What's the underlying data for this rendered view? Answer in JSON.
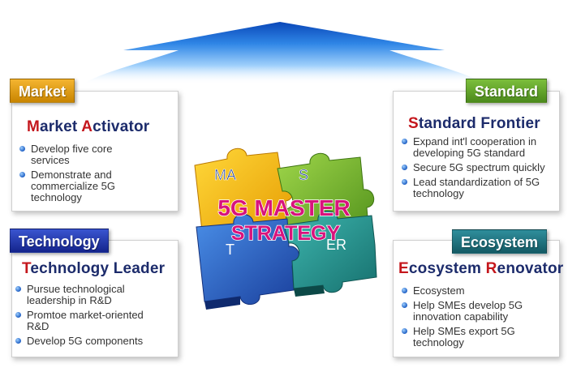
{
  "colors": {
    "market": "#d99a06",
    "standard": "#5f9e2c",
    "technology": "#2237a8",
    "ecosystem": "#1f6e7a",
    "title_text": "#1c2b6b",
    "title_capital": "#c4161c"
  },
  "center": {
    "line1": "5G MASTER",
    "line2": "STRATEGY",
    "piece_letters": [
      "MA",
      "S",
      "T",
      "ER"
    ]
  },
  "panels": {
    "market": {
      "tab": "Market",
      "title_parts": [
        {
          "cap": "M",
          "rest": "arket "
        },
        {
          "cap": "A",
          "rest": "ctivator"
        }
      ],
      "items": [
        "Develop five core services",
        "Demonstrate and commercialize 5G technology"
      ]
    },
    "standard": {
      "tab": "Standard",
      "title_parts": [
        {
          "cap": "S",
          "rest": "tandard Frontier"
        }
      ],
      "items": [
        "Expand int'l cooperation in developing 5G standard",
        "Secure 5G spectrum quickly",
        "Lead standardization of 5G technology"
      ]
    },
    "technology": {
      "tab": "Technology",
      "title_parts": [
        {
          "cap": "T",
          "rest": "echnology Leader"
        }
      ],
      "items": [
        "Pursue technological leadership in R&D",
        "Promtoe market-oriented R&D",
        "Develop 5G components"
      ]
    },
    "ecosystem": {
      "tab": "Ecosystem",
      "title_parts": [
        {
          "cap": "E",
          "rest": "cosystem "
        },
        {
          "cap": "R",
          "rest": "enovator"
        }
      ],
      "items": [
        "Ecosystem",
        "Help SMEs develop 5G innovation capability",
        "Help SMEs export 5G technology"
      ]
    }
  }
}
